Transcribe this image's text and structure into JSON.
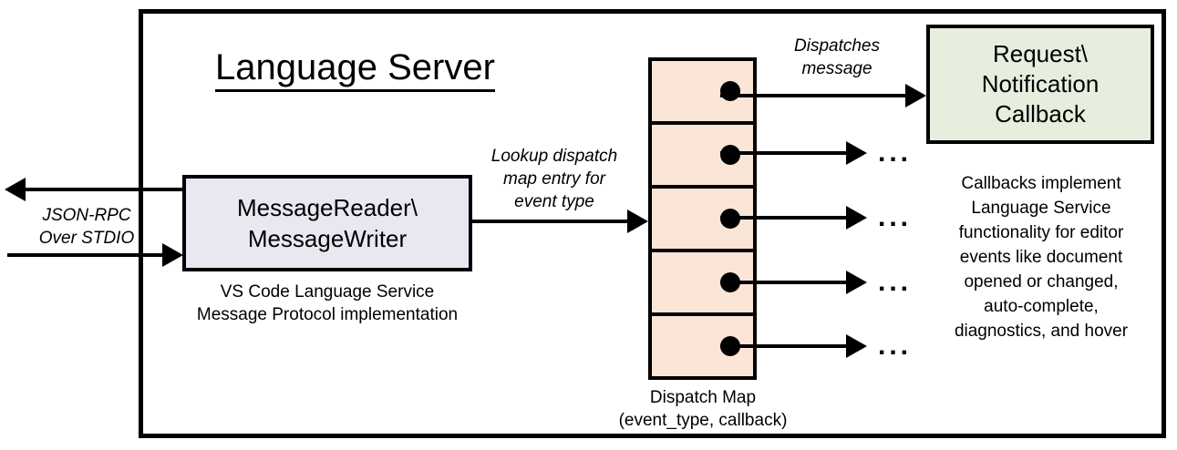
{
  "diagram": {
    "title": "Language Server",
    "frame_border_color": "#000000",
    "background": "#ffffff"
  },
  "nodes": {
    "message_io": {
      "label_line1": "MessageReader\\",
      "label_line2": "MessageWriter",
      "fill": "#EAE7F1",
      "caption_line1": "VS Code Language Service",
      "caption_line2": "Message Protocol implementation"
    },
    "dispatch_map": {
      "fill": "#FBE5D6",
      "caption_line1": "Dispatch Map",
      "caption_line2": "(event_type, callback)",
      "rows": [
        {
          "dot": "filled-dot"
        },
        {
          "dot": "filled-dot"
        },
        {
          "dot": "filled-dot"
        },
        {
          "dot": "filled-dot"
        },
        {
          "dot": "filled-dot"
        }
      ]
    },
    "callback": {
      "label_line1": "Request\\",
      "label_line2": "Notification",
      "label_line3": "Callback",
      "fill": "#E8EEDE",
      "caption_line1": "Callbacks implement",
      "caption_line2": "Language Service",
      "caption_line3": "functionality for editor",
      "caption_line4": "events like document",
      "caption_line5": "opened or changed,",
      "caption_line6": "auto-complete,",
      "caption_line7": "diagnostics, and hover"
    }
  },
  "edges": {
    "transport": {
      "label_line1": "JSON-RPC",
      "label_line2": "Over STDIO"
    },
    "lookup": {
      "label_line1": "Lookup dispatch",
      "label_line2": "map entry for",
      "label_line3": "event type"
    },
    "dispatch": {
      "label_line1": "Dispatches",
      "label_line2": "message"
    },
    "more_indicator": "..."
  }
}
